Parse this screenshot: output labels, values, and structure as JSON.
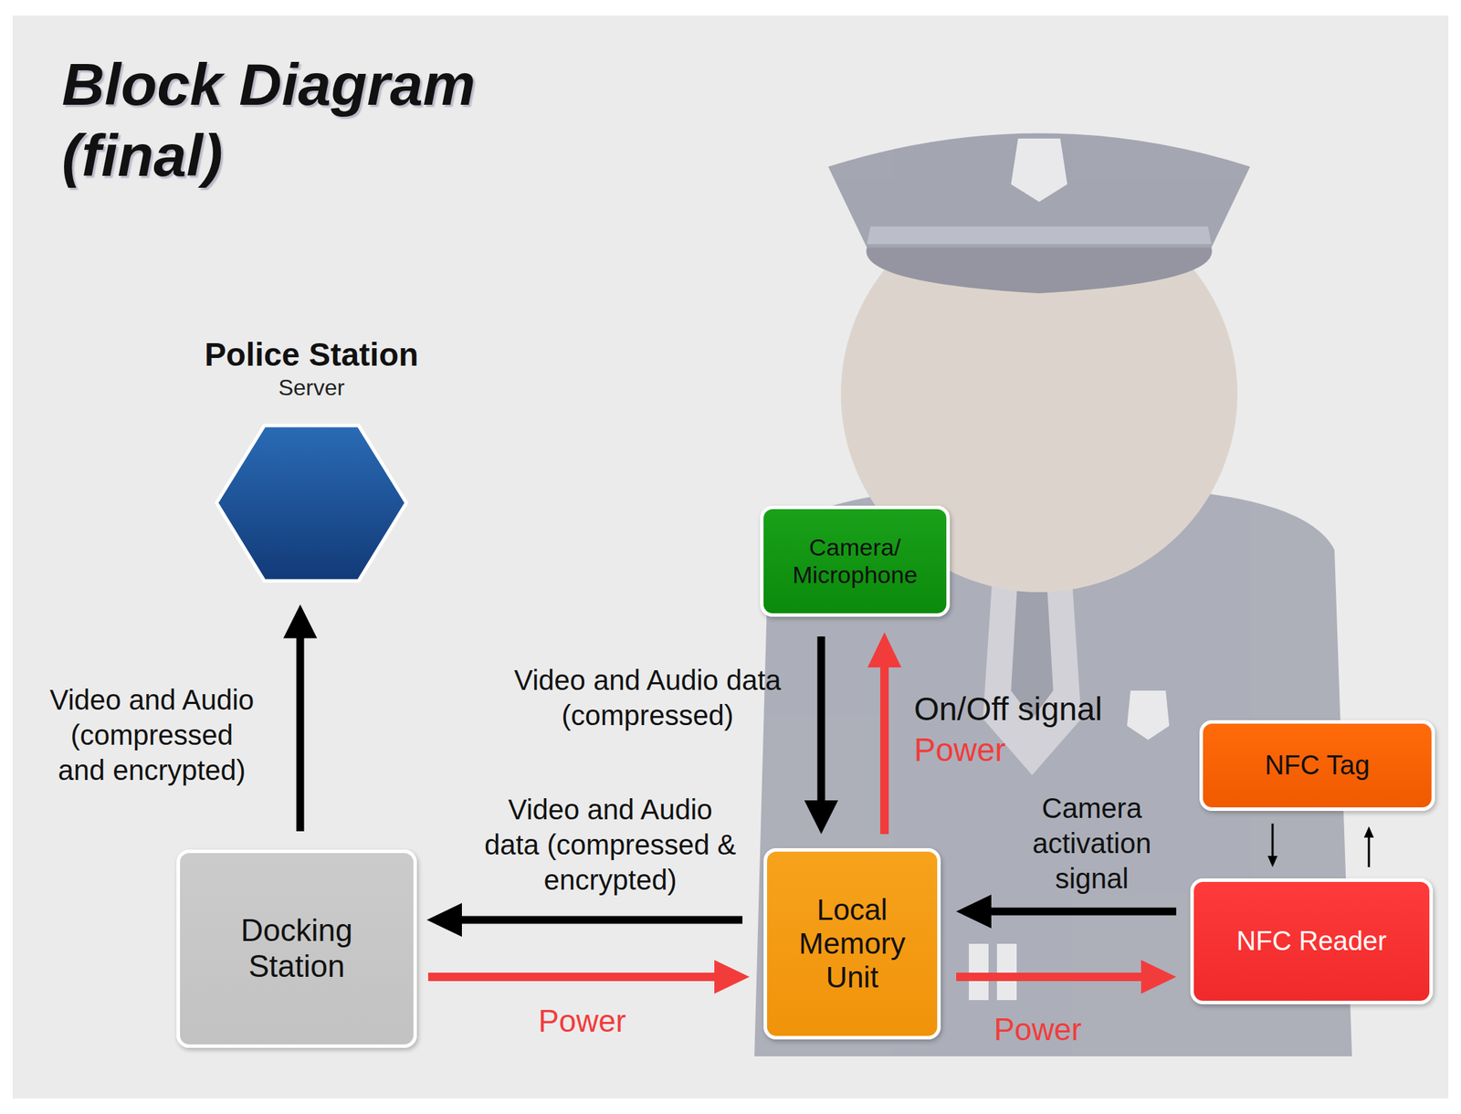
{
  "diagram": {
    "title": "Block Diagram (final)",
    "nodes": [
      {
        "text": [
          "Police Station",
          "Server"
        ]
      },
      {
        "text": [
          "Camera/ Microphone"
        ]
      },
      {
        "text": [
          "NFC Tag"
        ]
      },
      {
        "text": [
          "Local Memory Unit"
        ]
      },
      {
        "text": [
          "Docking Station"
        ]
      },
      {
        "text": [
          "NFC Reader"
        ]
      }
    ],
    "edges": [
      {
        "from": 4,
        "to": 0,
        "arrow": "to",
        "label": "Video and Audio (compressed and encrypted)"
      },
      {
        "from": 1,
        "to": 3,
        "arrow": "to",
        "label": "Video and Audio data (compressed)"
      },
      {
        "from": 3,
        "to": 1,
        "arrow": "to",
        "label": "On/Off signal"
      },
      {
        "from": 3,
        "to": 4,
        "arrow": "to",
        "label": "Video and Audio data (compressed & encrypted)"
      },
      {
        "from": 4,
        "to": 3,
        "arrow": "to",
        "label": "Power"
      },
      {
        "from": 5,
        "to": 3,
        "arrow": "to",
        "label": "Camera activation signal"
      },
      {
        "from": 3,
        "to": 5,
        "arrow": "to",
        "label": "Power"
      },
      {
        "from": 2,
        "to": 5,
        "arrow": "to"
      },
      {
        "from": 5,
        "to": 2,
        "arrow": "to"
      }
    ],
    "labels": [
      "Power"
    ]
  }
}
